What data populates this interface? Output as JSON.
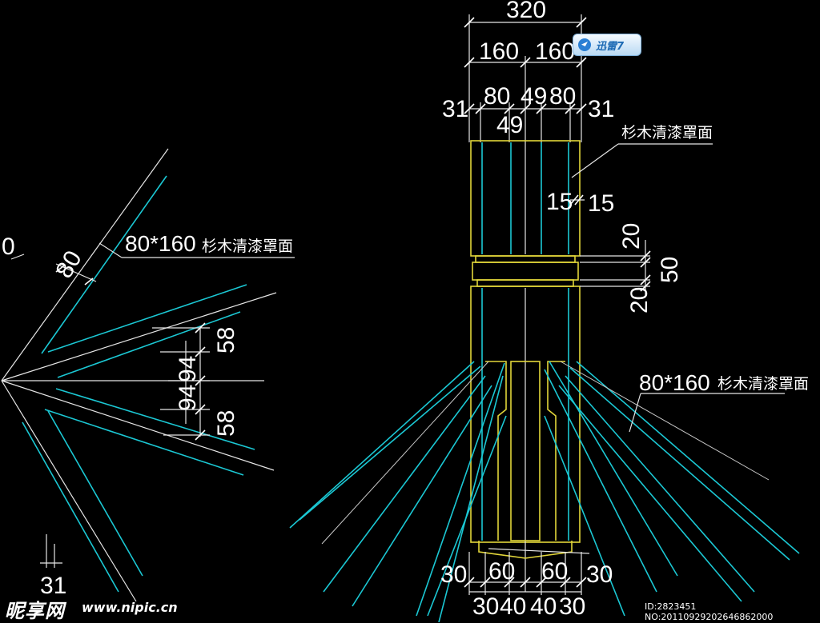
{
  "drawing": {
    "colors": {
      "background": "#000000",
      "white": "#e6e6e6",
      "cyan": "#1bc8d4",
      "yellow": "#e2d63a"
    },
    "left_view": {
      "origin_mark": "0",
      "member_label": "80*160",
      "member_note": "杉木清漆罩面",
      "dim_angle": "80",
      "dims": [
        "58",
        "94",
        "94",
        "58"
      ],
      "bottom_dim": "31"
    },
    "right_view": {
      "dims_top": {
        "total": "320",
        "half_left": "160",
        "half_right": "160"
      },
      "dims_row3": {
        "left31": "31",
        "a80": "80",
        "b49": "49",
        "c49": "49",
        "d80": "80",
        "right31": "31"
      },
      "note_top": "杉木清漆罩面",
      "dims_mid": {
        "l15": "15",
        "r15": "15"
      },
      "dims_ring": {
        "top20": "20",
        "h50": "50",
        "bot20": "20"
      },
      "member_label": "80*160",
      "member_note": "杉木清漆罩面",
      "dims_bottom_upper": [
        "30",
        "60",
        "60",
        "30"
      ],
      "dims_bottom_lower": [
        "30",
        "40",
        "40",
        "30"
      ]
    }
  },
  "popup": {
    "label": "迅雷7",
    "icon": "thunder-bird-icon"
  },
  "watermark": {
    "logo": "昵享网",
    "url": "www.nipic.cn",
    "id_text": "ID:2823451 NO:20110929202646862000"
  }
}
